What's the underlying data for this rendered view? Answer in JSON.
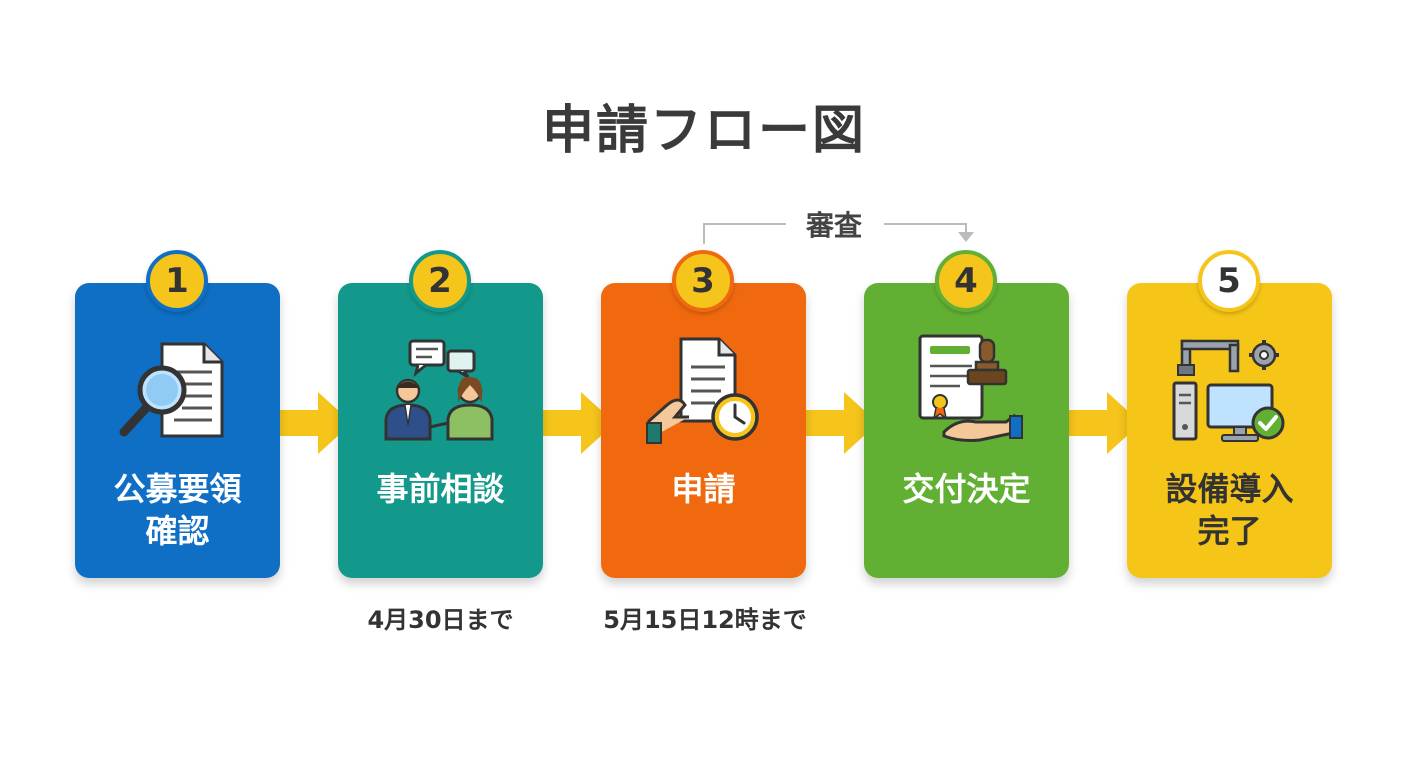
{
  "title": "申請フロー図",
  "review_label": "審査",
  "steps": [
    {
      "number": "1",
      "label": "公募要領\n確認",
      "color": "#0f6fc4",
      "badge_border": "#0f6fc4",
      "icon": "document-search-icon"
    },
    {
      "number": "2",
      "label": "事前相談",
      "color": "#13998c",
      "badge_border": "#13998c",
      "icon": "consultation-icon"
    },
    {
      "number": "3",
      "label": "申請",
      "color": "#f0690f",
      "badge_border": "#f0690f",
      "icon": "application-form-clock-icon"
    },
    {
      "number": "4",
      "label": "交付決定",
      "color": "#62b033",
      "badge_border": "#62b033",
      "icon": "certificate-stamp-icon"
    },
    {
      "number": "5",
      "label": "設備導入\n完了",
      "color": "#f5c518",
      "badge_border": "#f5c518",
      "icon": "equipment-installation-icon"
    }
  ],
  "deadlines": {
    "consultation": "4月30日まで",
    "application": "5月15日12時まで"
  },
  "colors": {
    "arrow": "#f6c51b",
    "badge_fill": "#f6c51b",
    "badge_fill_last": "#ffffff"
  }
}
